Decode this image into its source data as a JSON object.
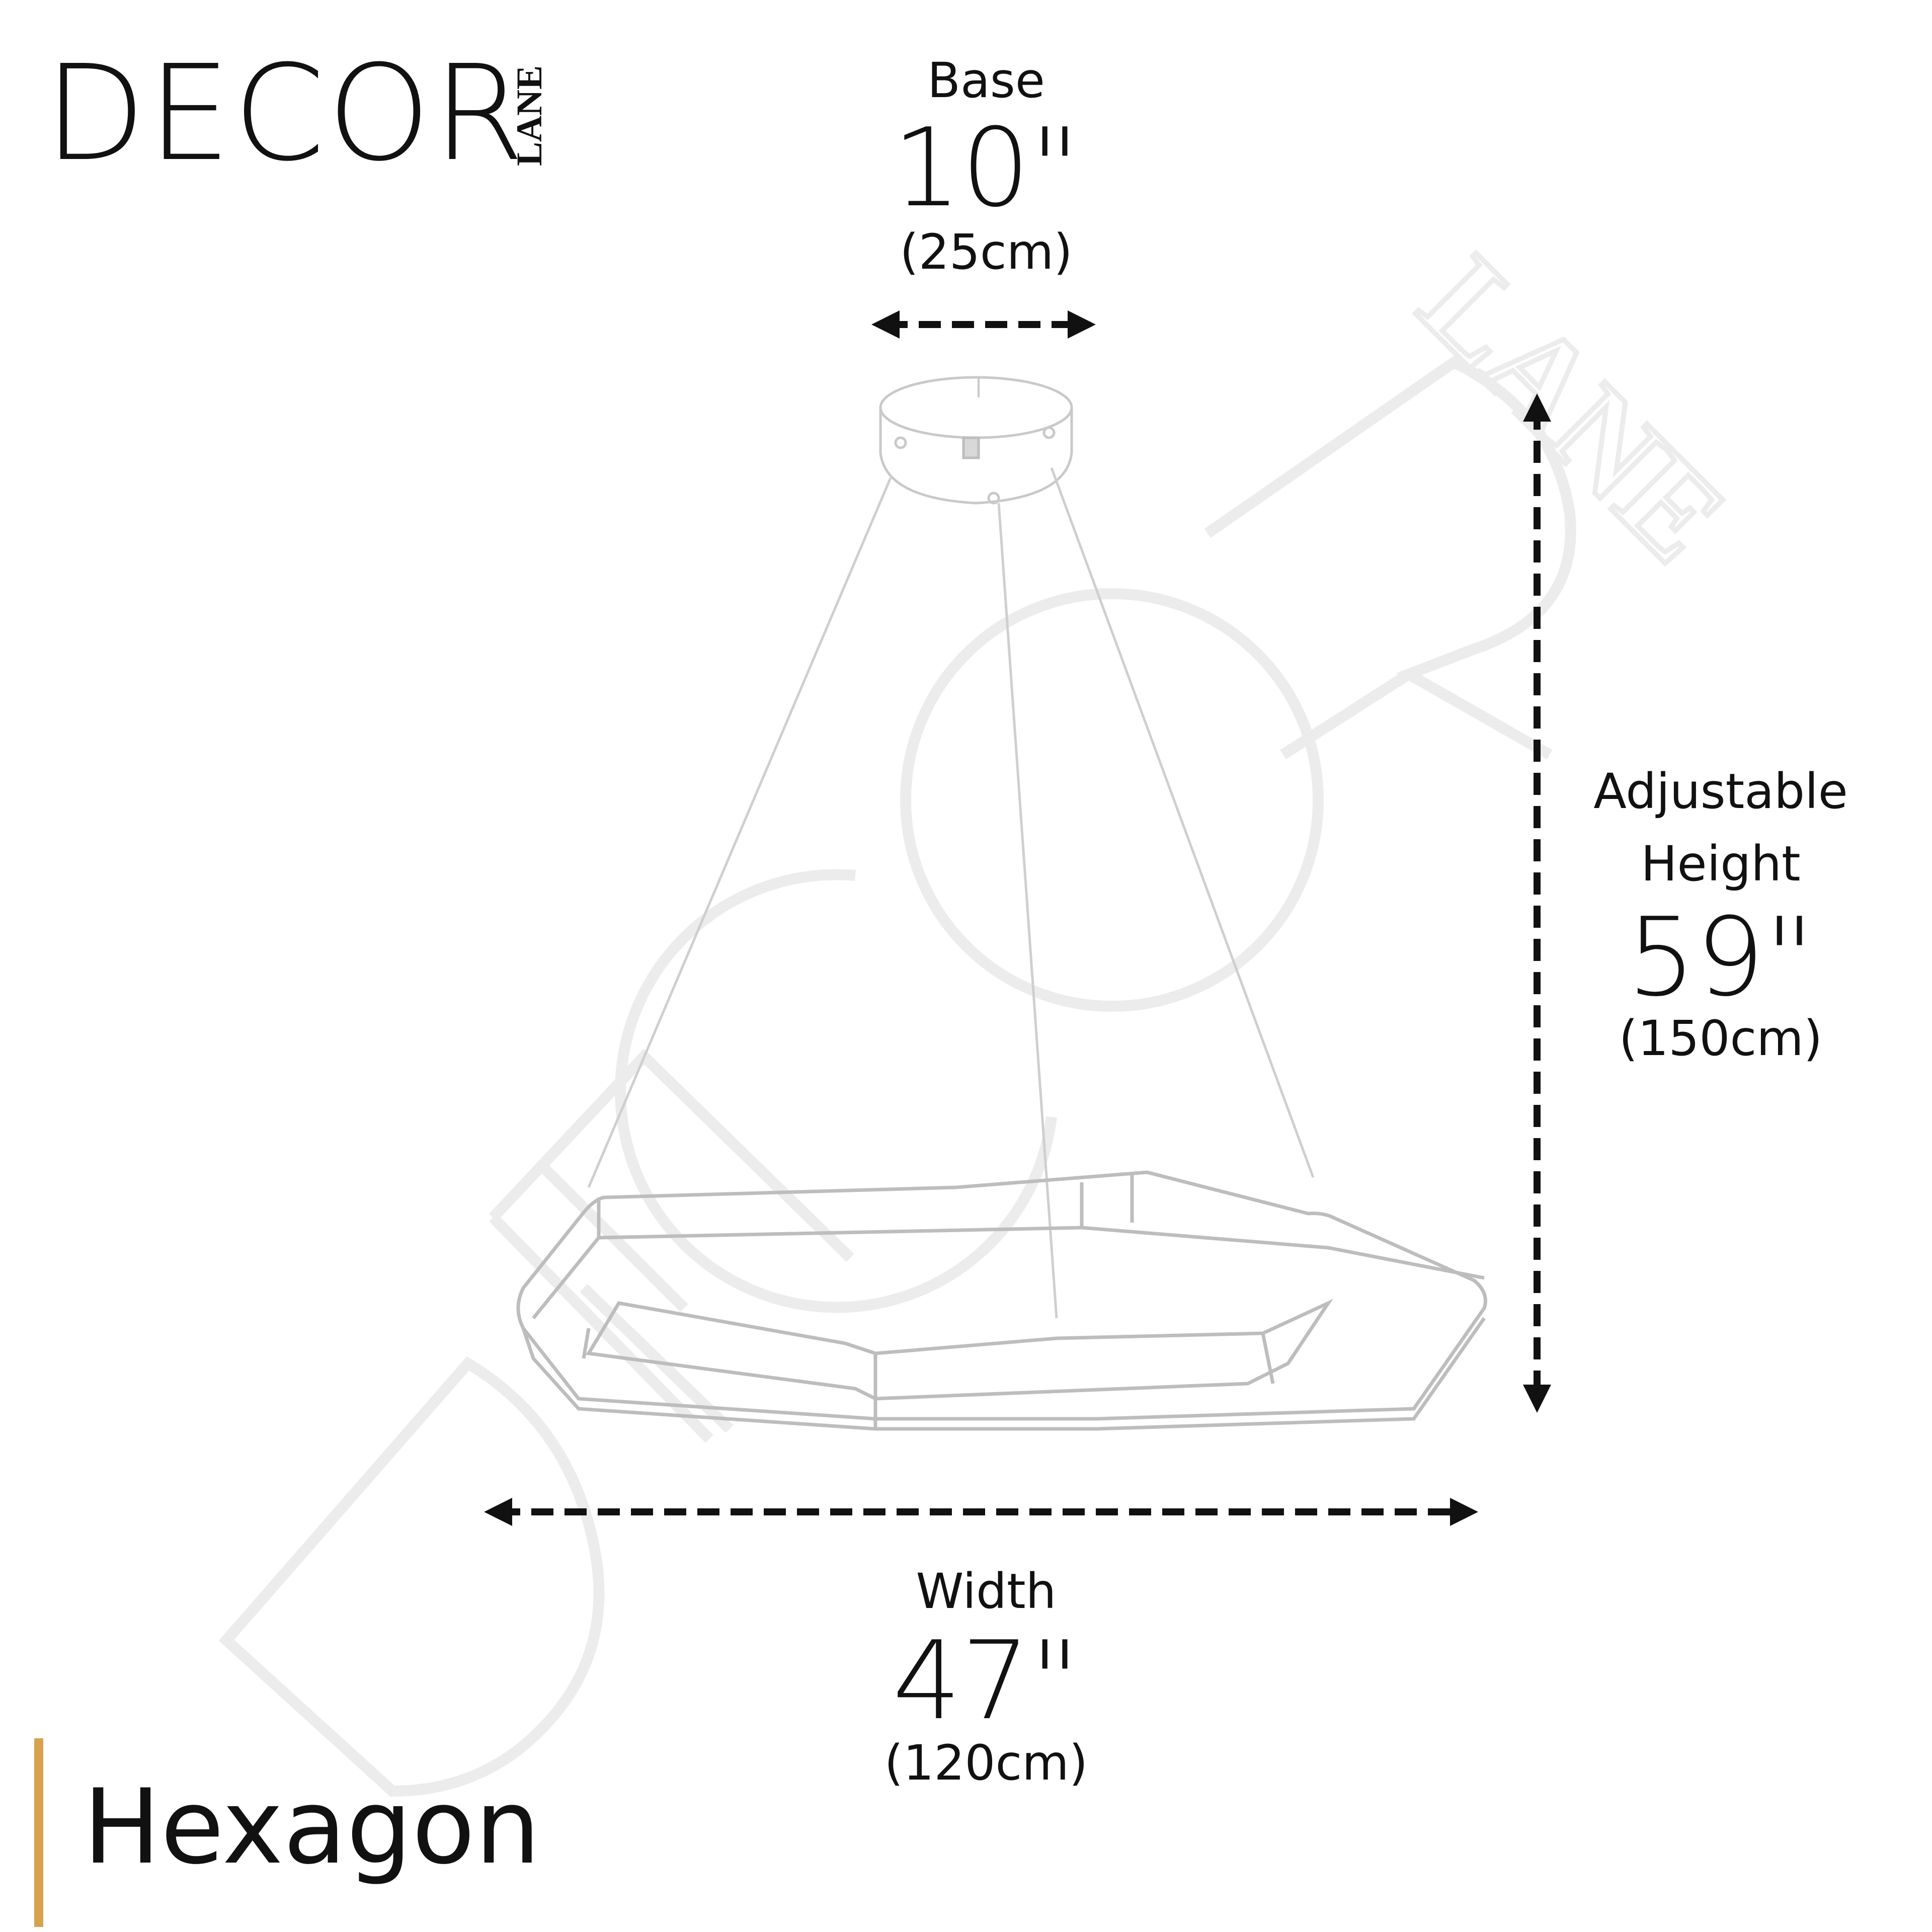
{
  "brand": {
    "logo_main": "DECOR",
    "logo_sub": "LANE",
    "watermark_main": "DECOR",
    "watermark_sub": "LANE"
  },
  "dimensions": {
    "base": {
      "label": "Base",
      "imperial": "10\"",
      "metric": "(25cm)"
    },
    "height": {
      "label_line1": "Adjustable",
      "label_line2": "Height",
      "imperial": "59\"",
      "metric": "(150cm)"
    },
    "width": {
      "label": "Width",
      "imperial": "47\"",
      "metric": "(120cm)"
    }
  },
  "product": {
    "name": "Hexagon"
  },
  "colors": {
    "accent_bar": "#d6a24e",
    "text": "#111111",
    "arrow": "#111111",
    "sketch": "#c8c8c8",
    "watermark": "#ebebeb"
  },
  "icons": {
    "arrow_style": "dashed-double-headed-arrow"
  }
}
